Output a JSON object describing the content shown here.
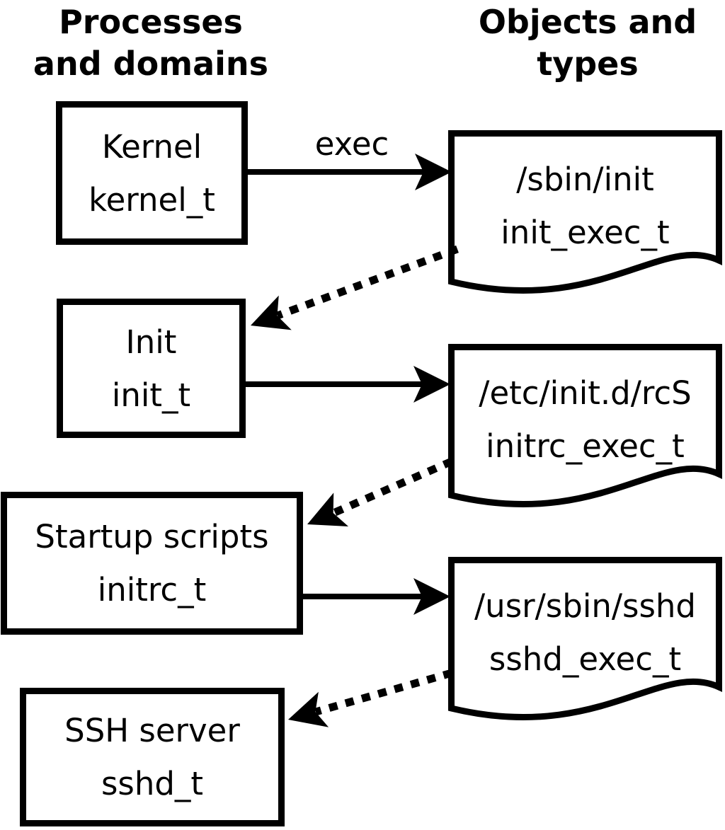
{
  "headers": {
    "processes_line1": "Processes",
    "processes_line2": "and domains",
    "objects_line1": "Objects and",
    "objects_line2": "types"
  },
  "processes": [
    {
      "name": "Kernel",
      "type": "kernel_t"
    },
    {
      "name": "Init",
      "type": "init_t"
    },
    {
      "name": "Startup scripts",
      "type": "initrc_t"
    },
    {
      "name": "SSH server",
      "type": "sshd_t"
    }
  ],
  "objects": [
    {
      "path": "/sbin/init",
      "type": "init_exec_t"
    },
    {
      "path": "/etc/init.d/rcS",
      "type": "initrc_exec_t"
    },
    {
      "path": "/usr/sbin/sshd",
      "type": "sshd_exec_t"
    }
  ],
  "labels": {
    "exec": "exec"
  },
  "colors": {
    "foreground": "#000000",
    "background": "#ffffff"
  }
}
